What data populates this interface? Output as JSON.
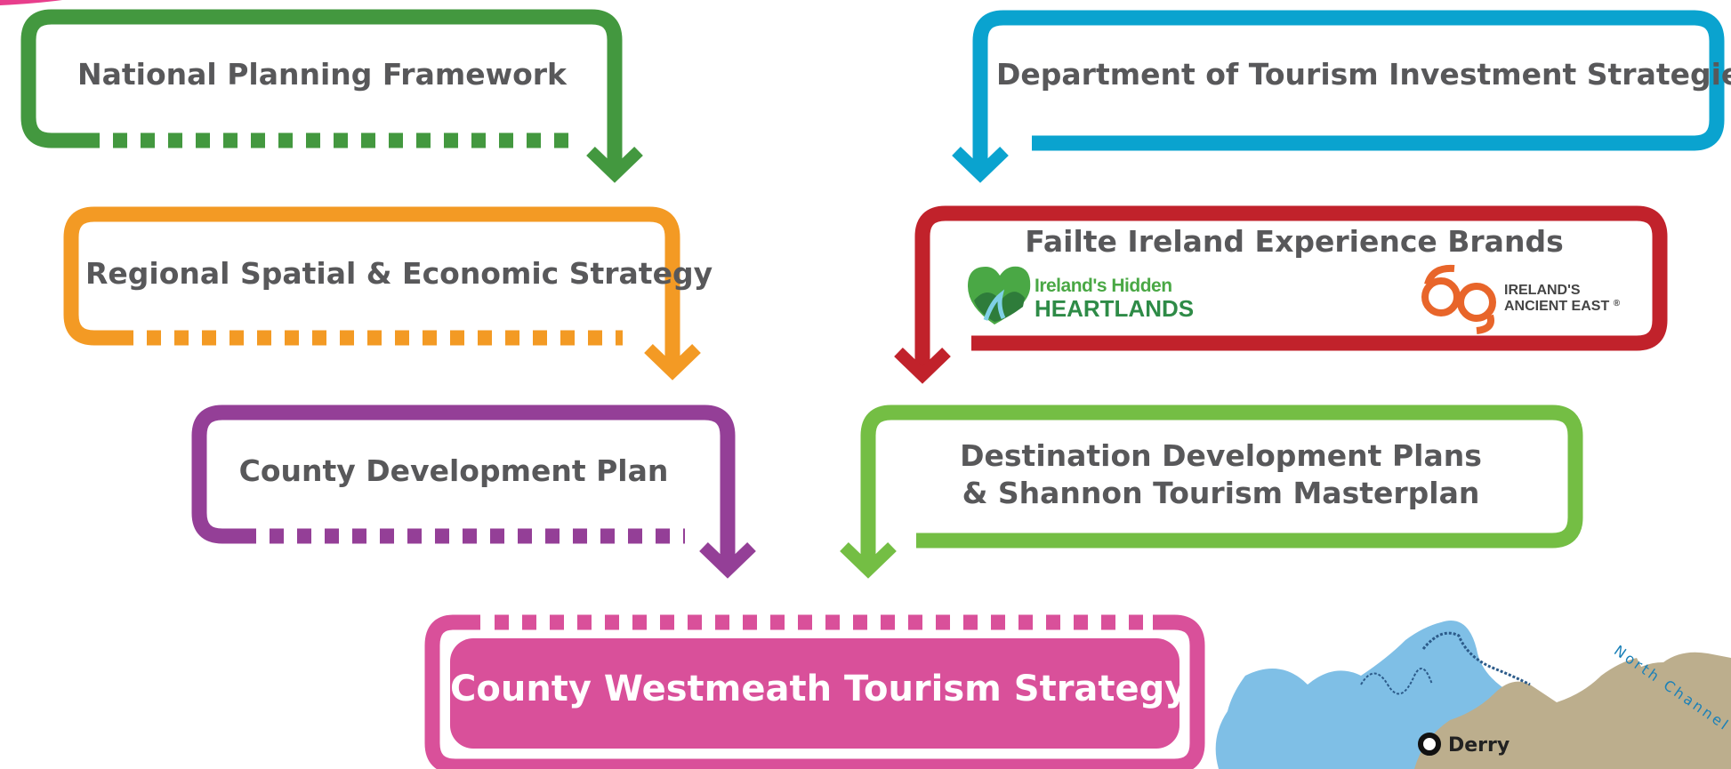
{
  "boxes": {
    "national": {
      "label": "National Planning Framework",
      "color": "#43983f"
    },
    "regional": {
      "label": "Regional Spatial & Economic Strategy",
      "color": "#f39a24"
    },
    "county": {
      "label": "County Development Plan",
      "color": "#943f97"
    },
    "department": {
      "label": "Department of Tourism Investment Strategies",
      "color": "#0aa3cf"
    },
    "failte": {
      "label": "Failte Ireland Experience Brands",
      "color": "#c1222b"
    },
    "destination": {
      "line1": "Destination Development Plans",
      "line2": "& Shannon Tourism Masterplan",
      "color": "#74be44"
    },
    "target": {
      "label": "County Westmeath Tourism Strategy",
      "color": "#d9509a"
    }
  },
  "brands": {
    "hidden_heartlands": {
      "line1": "Ireland's Hidden",
      "line2": "HEARTLANDS",
      "icon": "heart-landscape-icon"
    },
    "ancient_east": {
      "line1": "IRELAND'S",
      "line2": "ANCIENT EAST",
      "mark": "®",
      "icon": "swirl-icon"
    }
  },
  "map": {
    "city": "Derry",
    "sea_label": "North Channel",
    "land_color": "#bcae8d",
    "water_color": "#7fbfe6"
  }
}
